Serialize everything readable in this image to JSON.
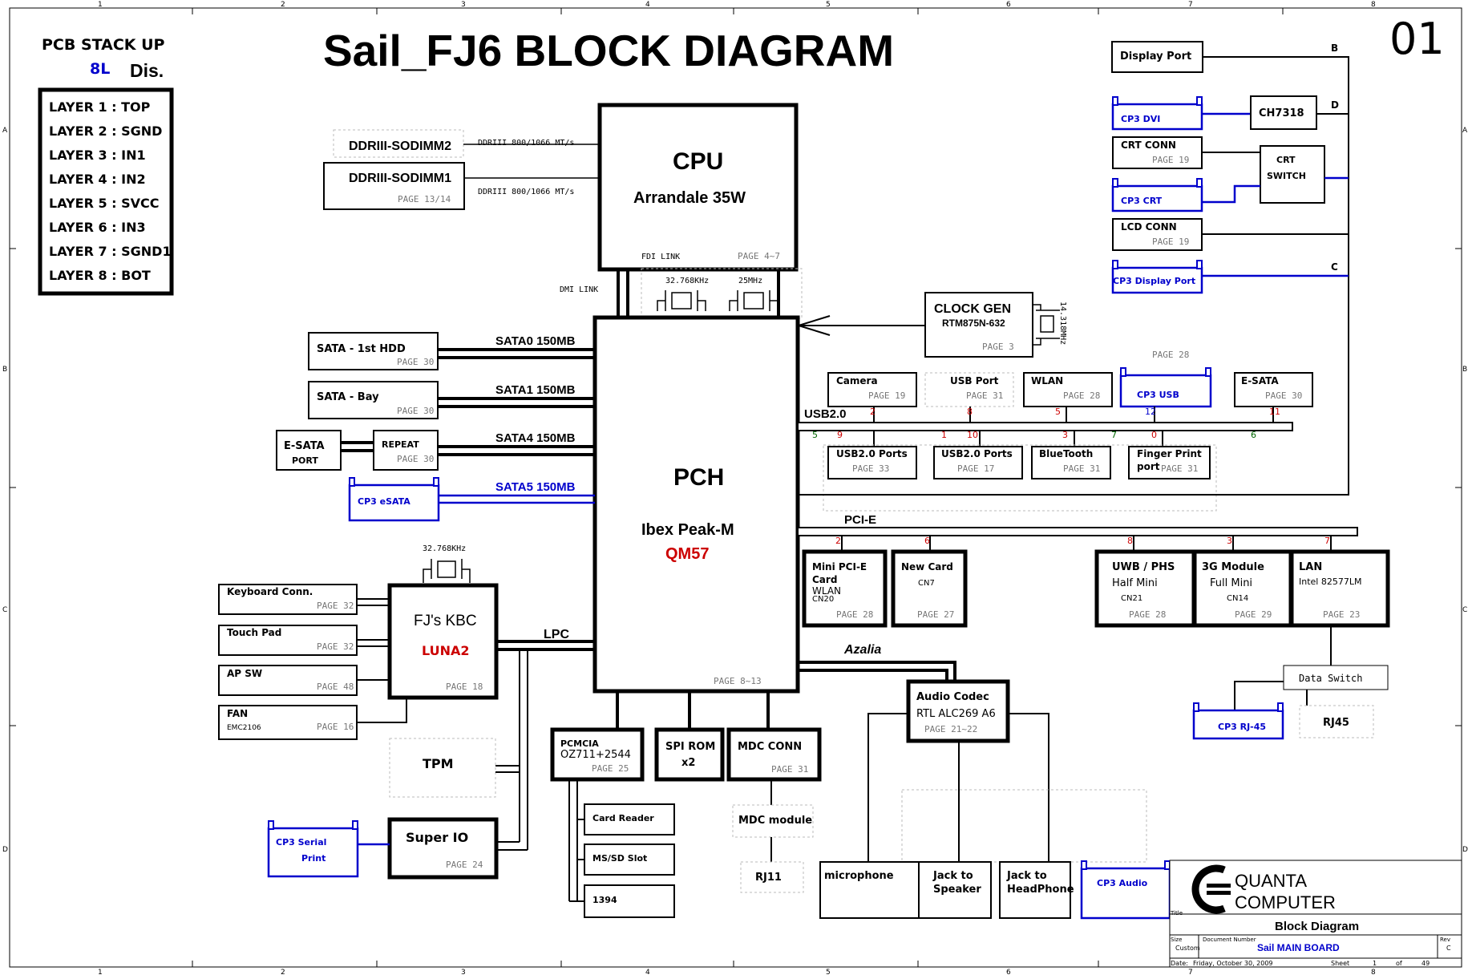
{
  "page": {
    "title": "Sail_FJ6 BLOCK DIAGRAM",
    "page_number": "01"
  },
  "stackup": {
    "heading": "PCB STACK UP",
    "layers_count": "8L",
    "dis": "Dis.",
    "layers": [
      "LAYER 1 : TOP",
      "LAYER 2 : SGND",
      "LAYER 3 : IN1",
      "LAYER 4 : IN2",
      "LAYER 5 : SVCC",
      "LAYER 6 : IN3",
      "LAYER 7 : SGND1",
      "LAYER 8 : BOT"
    ]
  },
  "border": {
    "cols": [
      "1",
      "2",
      "3",
      "4",
      "5",
      "6",
      "7",
      "8"
    ],
    "rows": [
      "A",
      "B",
      "C",
      "D"
    ]
  },
  "cpu": {
    "title": "CPU",
    "sub": "Arrandale 35W",
    "fdi": "FDI LINK",
    "page": "PAGE 4~7",
    "dmi": "DMI LINK"
  },
  "memory": {
    "dimm2": "DDRIII-SODIMM2",
    "dimm1": "DDRIII-SODIMM1",
    "dimm1_page": "PAGE 13/14",
    "speed": "DDRIII 800/1066 MT/s"
  },
  "crystals": {
    "x1": "32.768KHz",
    "x2": "25MHz",
    "x3": "14.318MHz",
    "x4": "32.768KHz"
  },
  "clock": {
    "title": "CLOCK GEN",
    "part": "RTM875N-632",
    "page": "PAGE 3"
  },
  "pch": {
    "title": "PCH",
    "sub": "Ibex Peak-M",
    "part": "QM57",
    "page": "PAGE 8~13"
  },
  "sata": {
    "hdd": "SATA - 1st HDD",
    "hdd_page": "PAGE 30",
    "sata0": "SATA0 150MB",
    "bay": "SATA - Bay",
    "bay_page": "PAGE 30",
    "sata1": "SATA1 150MB",
    "esata": "E-SATA",
    "port": "PORT",
    "repeat": "REPEAT",
    "repeat_page": "PAGE 30",
    "sata4": "SATA4 150MB",
    "cp3_esata": "CP3  eSATA",
    "sata5": "SATA5 150MB"
  },
  "kbc": {
    "title": "FJ's KBC",
    "part": "LUNA2",
    "page": "PAGE 18",
    "lpc": "LPC",
    "keyboard": "Keyboard Conn.",
    "keyboard_page": "PAGE 32",
    "touchpad": "Touch Pad",
    "touchpad_page": "PAGE 32",
    "apsw": "AP SW",
    "apsw_page": "PAGE 48",
    "fan": "FAN",
    "fan_part": "EMC2106",
    "fan_page": "PAGE 16",
    "tpm": "TPM",
    "superio": "Super IO",
    "superio_page": "PAGE 24",
    "cp3_serial1": "CP3  Serial",
    "cp3_serial2": "Print"
  },
  "bottom": {
    "pcmcia": "PCMCIA",
    "pcmcia_part": "OZ711+2544",
    "pcmcia_page": "PAGE 25",
    "spirom": "SPI ROM",
    "spirom_x": "x2",
    "mdc": "MDC CONN",
    "mdc_page": "PAGE 31",
    "mdc_module": "MDC module",
    "rj11": "RJ11",
    "card_reader": "Card Reader",
    "ms_sd": "MS/SD Slot",
    "ieee1394": "1394"
  },
  "usb": {
    "bus": "USB2.0",
    "camera": "Camera",
    "camera_page": "PAGE 19",
    "usbport": "USB Port",
    "usbport_page": "PAGE 31",
    "wlan": "WLAN",
    "wlan_page": "PAGE 28",
    "cp3_usb": "CP3  USB",
    "page28": "PAGE 28",
    "esata": "E-SATA",
    "esata_page": "PAGE 30",
    "ports33": "USB2.0 Ports",
    "ports33_page": "PAGE 33",
    "ports17": "USB2.0 Ports",
    "ports17_page": "PAGE 17",
    "bt": "BlueTooth",
    "bt_page": "PAGE 31",
    "fp1": "Finger Print",
    "fp2": "port",
    "fp_page": "PAGE 31",
    "nums_top": [
      "2",
      "8",
      "5",
      "12",
      "11"
    ],
    "nums_bot": [
      "5",
      "9",
      "1",
      "10",
      "3",
      "7",
      "0",
      "6"
    ]
  },
  "pcie": {
    "bus": "PCI-E",
    "nums": [
      "2",
      "6",
      "8",
      "3",
      "7"
    ],
    "minipci1": "Mini PCI-E",
    "minipci2": "Card",
    "minipci3": "WLAN",
    "minipci4": "CN20",
    "minipci_page": "PAGE 28",
    "newcard": "New Card",
    "newcard_cn": "CN7",
    "newcard_page": "PAGE 27",
    "uwb": "UWB / PHS",
    "uwb2": "Half Mini",
    "uwb_cn": "CN21",
    "uwb_page": "PAGE 28",
    "g3": "3G Module",
    "g3_2": "Full Mini",
    "g3_cn": "CN14",
    "g3_page": "PAGE 29",
    "lan": "LAN",
    "lan_part": "Intel 82577LM",
    "lan_page": "PAGE 23",
    "data_switch": "Data Switch",
    "cp3_rj45": "CP3  RJ-45",
    "rj45": "RJ45"
  },
  "audio": {
    "azalia": "Azalia",
    "codec": "Audio Codec",
    "codec_part": "RTL ALC269  A6",
    "codec_page": "PAGE 21~22",
    "mic": "microphone",
    "spk1": "Jack to",
    "spk2": "Speaker",
    "hp1": "Jack to",
    "hp2": "HeadPhone",
    "cp3_audio": "CP3  Audio"
  },
  "display": {
    "dp": "Display Port",
    "cp3_dvi": "CP3  DVI",
    "ch7318": "CH7318",
    "crt": "CRT CONN",
    "crt_page": "PAGE 19",
    "crt_sw1": "CRT",
    "crt_sw2": "SWITCH",
    "cp3_crt": "CP3  CRT",
    "lcd": "LCD CONN",
    "lcd_page": "PAGE 19",
    "cp3_dp": "CP3  Display Port",
    "b": "B",
    "d": "D",
    "c": "C"
  },
  "titleblock": {
    "company1": "QUANTA",
    "company2": "COMPUTER",
    "title_label": "Title",
    "title": "Block Diagram",
    "size_label": "Size",
    "size": "Custom",
    "doc_label": "Document Number",
    "doc": "Sail MAIN BOARD",
    "rev_label": "Rev",
    "rev": "C",
    "date_label": "Date:",
    "date": "Friday, October 30, 2009",
    "sheet_label": "Sheet",
    "sheet": "1",
    "of": "of",
    "total": "49"
  }
}
